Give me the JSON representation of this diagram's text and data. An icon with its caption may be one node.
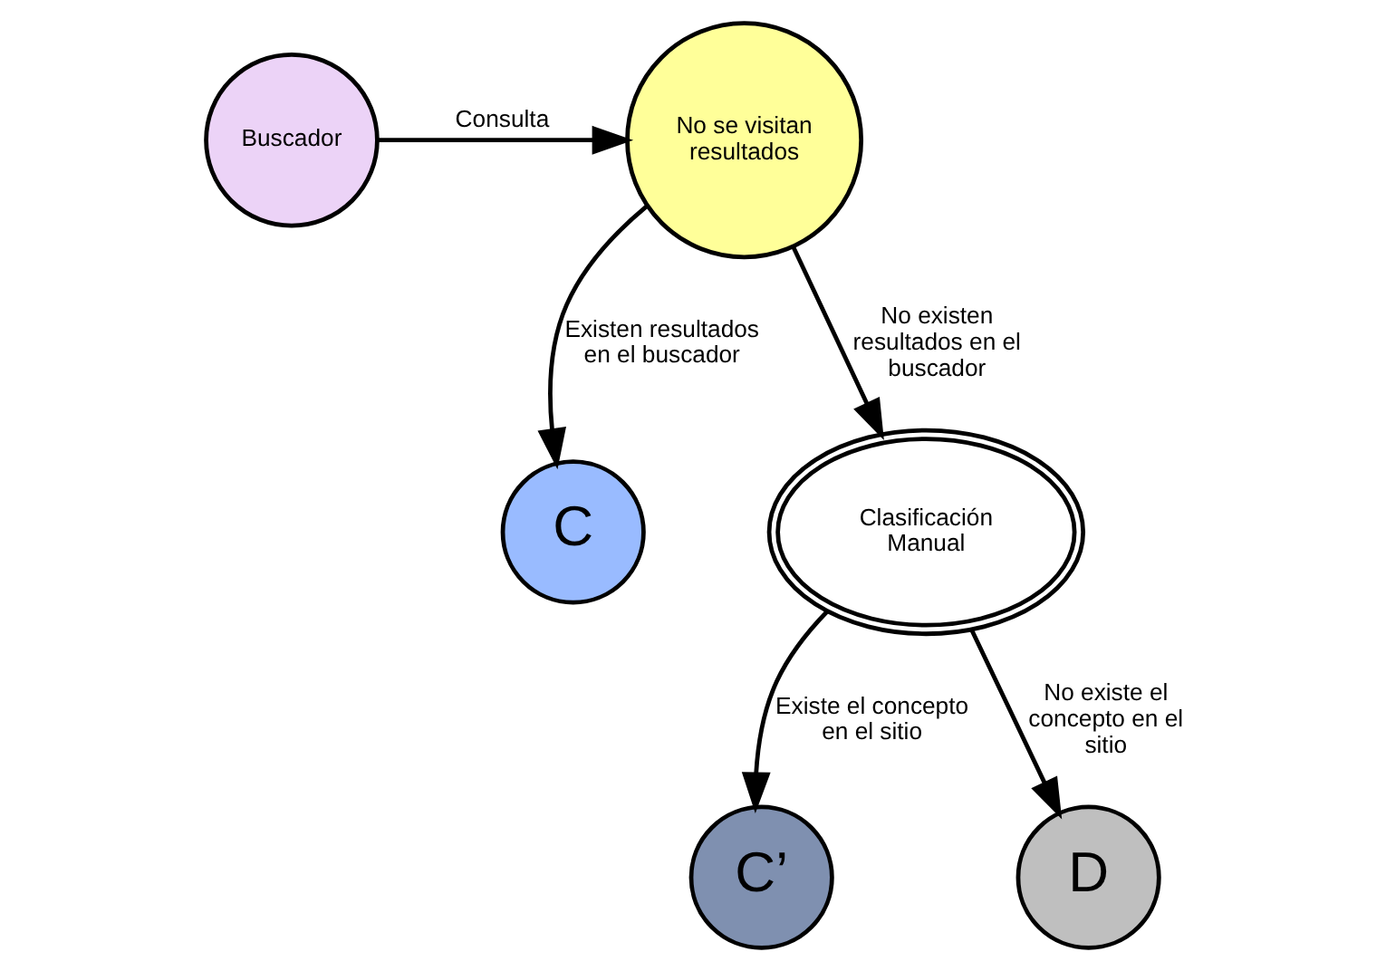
{
  "diagram": {
    "nodes": [
      {
        "text": [
          "Buscador"
        ]
      },
      {
        "text": [
          "No se visitan resultados"
        ]
      },
      {
        "text": [
          "C"
        ]
      },
      {
        "text": [
          "Clasificación Manual"
        ]
      },
      {
        "text": [
          "C’"
        ]
      },
      {
        "text": [
          "D"
        ]
      }
    ],
    "edges": [
      {
        "from": 0,
        "to": 1,
        "arrow": "to",
        "label": "Consulta"
      },
      {
        "from": 1,
        "to": 2,
        "arrow": "to",
        "label": "Existen resultados en el buscador"
      },
      {
        "from": 1,
        "to": 3,
        "arrow": "to",
        "label": "No existen resultados en el buscador"
      },
      {
        "from": 3,
        "to": 4,
        "arrow": "to",
        "label": "Existe el concepto en el sitio"
      },
      {
        "from": 3,
        "to": 5,
        "arrow": "to",
        "label": "No existe el concepto en el sitio"
      }
    ]
  }
}
